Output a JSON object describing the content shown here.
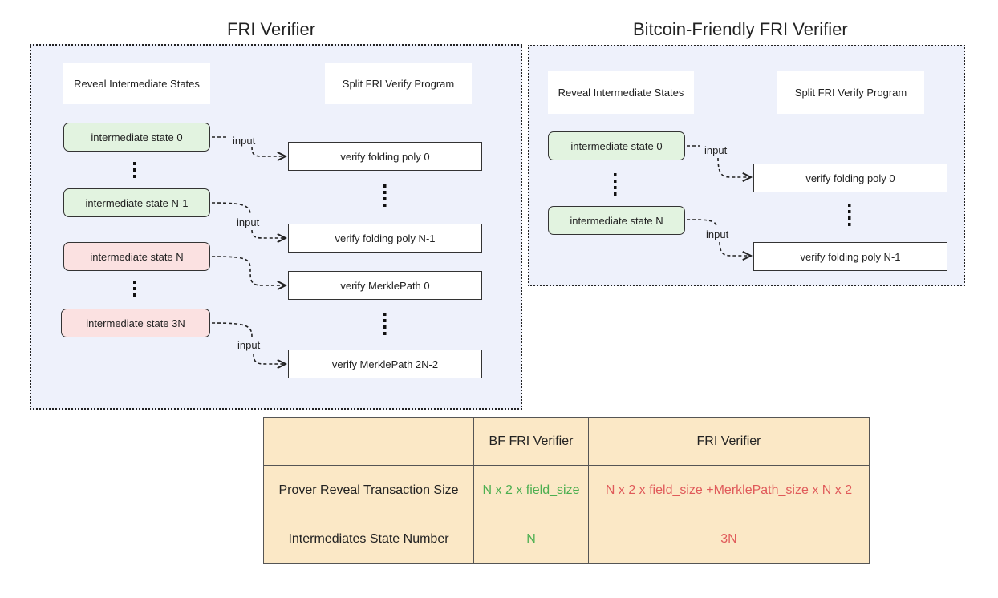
{
  "left": {
    "title": "FRI Verifier",
    "header_reveal": "Reveal Intermediate States",
    "header_split": "Split FRI Verify Program",
    "states": [
      "intermediate state 0",
      "intermediate state N-1",
      "intermediate state N",
      "intermediate state 3N"
    ],
    "programs": [
      "verify folding poly 0",
      "verify folding poly N-1",
      "verify MerklePath 0",
      "verify MerklePath 2N-2"
    ],
    "input_label": "input"
  },
  "right": {
    "title": "Bitcoin-Friendly FRI Verifier",
    "header_reveal": "Reveal Intermediate States",
    "header_split": "Split FRI Verify Program",
    "states": [
      "intermediate state 0",
      "intermediate state N"
    ],
    "programs": [
      "verify folding poly 0",
      "verify folding poly N-1"
    ],
    "input_label": "input"
  },
  "table": {
    "headers": [
      "",
      "BF FRI Verifier",
      "FRI Verifier"
    ],
    "rows": [
      {
        "label": "Prover Reveal Transaction Size",
        "bf": "N x 2 x field_size",
        "fri": "N x 2 x field_size +MerklePath_size x N x 2"
      },
      {
        "label": "Intermediates State Number",
        "bf": "N",
        "fri": "3N"
      }
    ]
  },
  "colors": {
    "panel_bg": "#eef1fb",
    "state_green": "#e2f3e0",
    "state_red": "#fbe1e1",
    "table_bg": "#fbe8c6",
    "good_text": "#4caf50",
    "bad_text": "#e05a5a"
  }
}
